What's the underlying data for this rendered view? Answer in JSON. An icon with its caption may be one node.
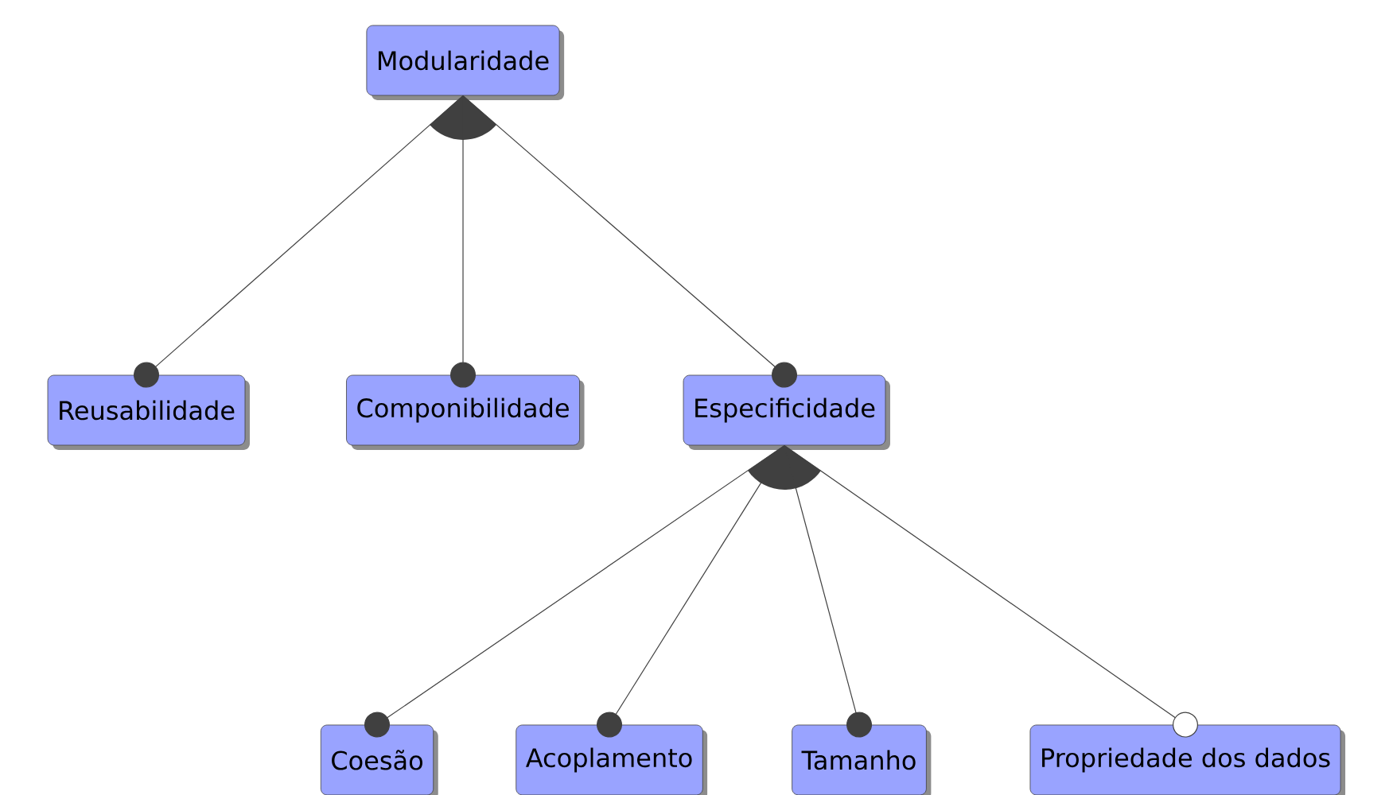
{
  "diagram": {
    "nodes": [
      {
        "text": [
          "Modularidade"
        ]
      },
      {
        "text": [
          "Reusabilidade"
        ]
      },
      {
        "text": [
          "Componibilidade"
        ]
      },
      {
        "text": [
          "Especificidade"
        ]
      },
      {
        "text": [
          "Coesão"
        ]
      },
      {
        "text": [
          "Acoplamento"
        ]
      },
      {
        "text": [
          "Tamanho"
        ]
      },
      {
        "text": [
          "Propriedade dos dados"
        ]
      }
    ],
    "edges": [
      {
        "from": 0,
        "to": 1,
        "arrow": "other"
      },
      {
        "from": 0,
        "to": 2,
        "arrow": "other"
      },
      {
        "from": 0,
        "to": 3,
        "arrow": "other"
      },
      {
        "from": 3,
        "to": 4,
        "arrow": "other"
      },
      {
        "from": 3,
        "to": 5,
        "arrow": "other"
      },
      {
        "from": 3,
        "to": 6,
        "arrow": "other"
      },
      {
        "from": 3,
        "to": 7,
        "arrow": "other"
      }
    ]
  }
}
